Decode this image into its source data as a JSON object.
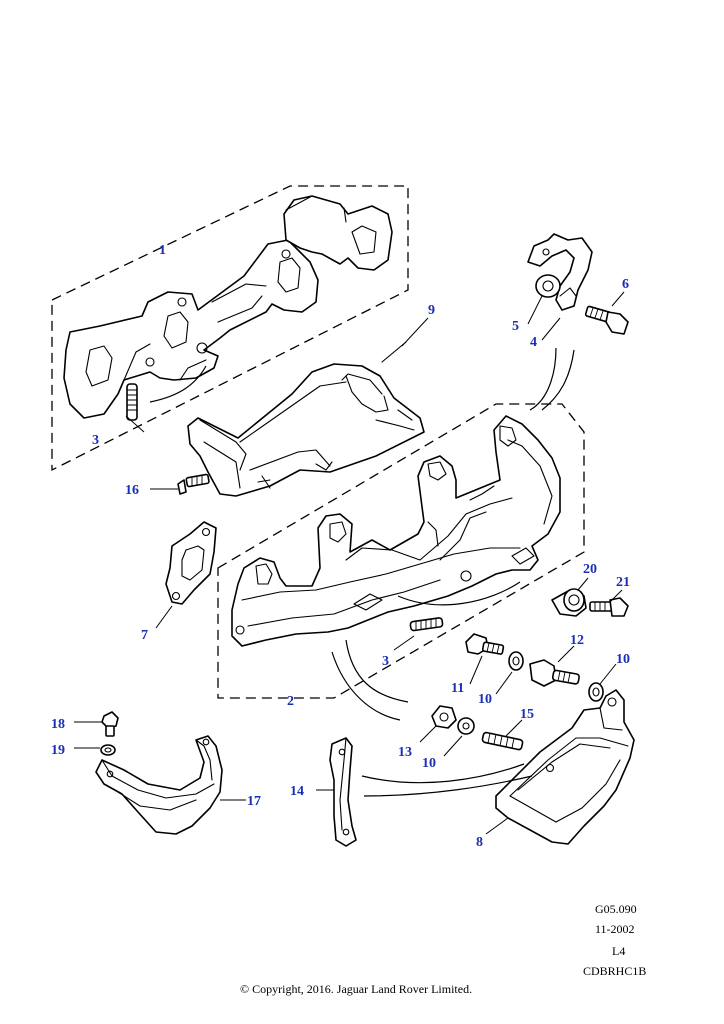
{
  "callouts": {
    "c1": "1",
    "c2": "2",
    "c3a": "3",
    "c3b": "3",
    "c4": "4",
    "c5": "5",
    "c6": "6",
    "c7": "7",
    "c8": "8",
    "c9": "9",
    "c10a": "10",
    "c10b": "10",
    "c10c": "10",
    "c11": "11",
    "c12": "12",
    "c13": "13",
    "c14": "14",
    "c15": "15",
    "c16": "16",
    "c17": "17",
    "c18": "18",
    "c19": "19",
    "c20": "20",
    "c21": "21"
  },
  "colors": {
    "callout": "#1a2fb3",
    "line": "#000000"
  },
  "info": {
    "illustration_ref": "G05.090",
    "date": "11-2002",
    "level": "L4",
    "code": "CDBRHC1B"
  },
  "copyright": "© Copyright, 2016. Jaguar Land Rover Limited."
}
